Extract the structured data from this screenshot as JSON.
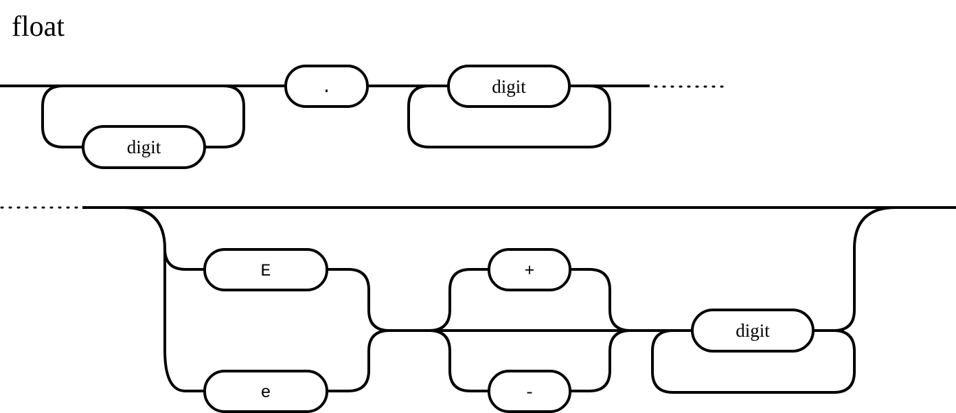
{
  "title": "float",
  "row1": {
    "integer_digit": "digit",
    "dot": ".",
    "fraction_digit": "digit"
  },
  "row2": {
    "exp_upper": "E",
    "exp_lower": "e",
    "plus": "+",
    "minus": "-",
    "exp_digit": "digit"
  },
  "colors": {
    "stroke": "#000000",
    "background": "#ffffff"
  }
}
